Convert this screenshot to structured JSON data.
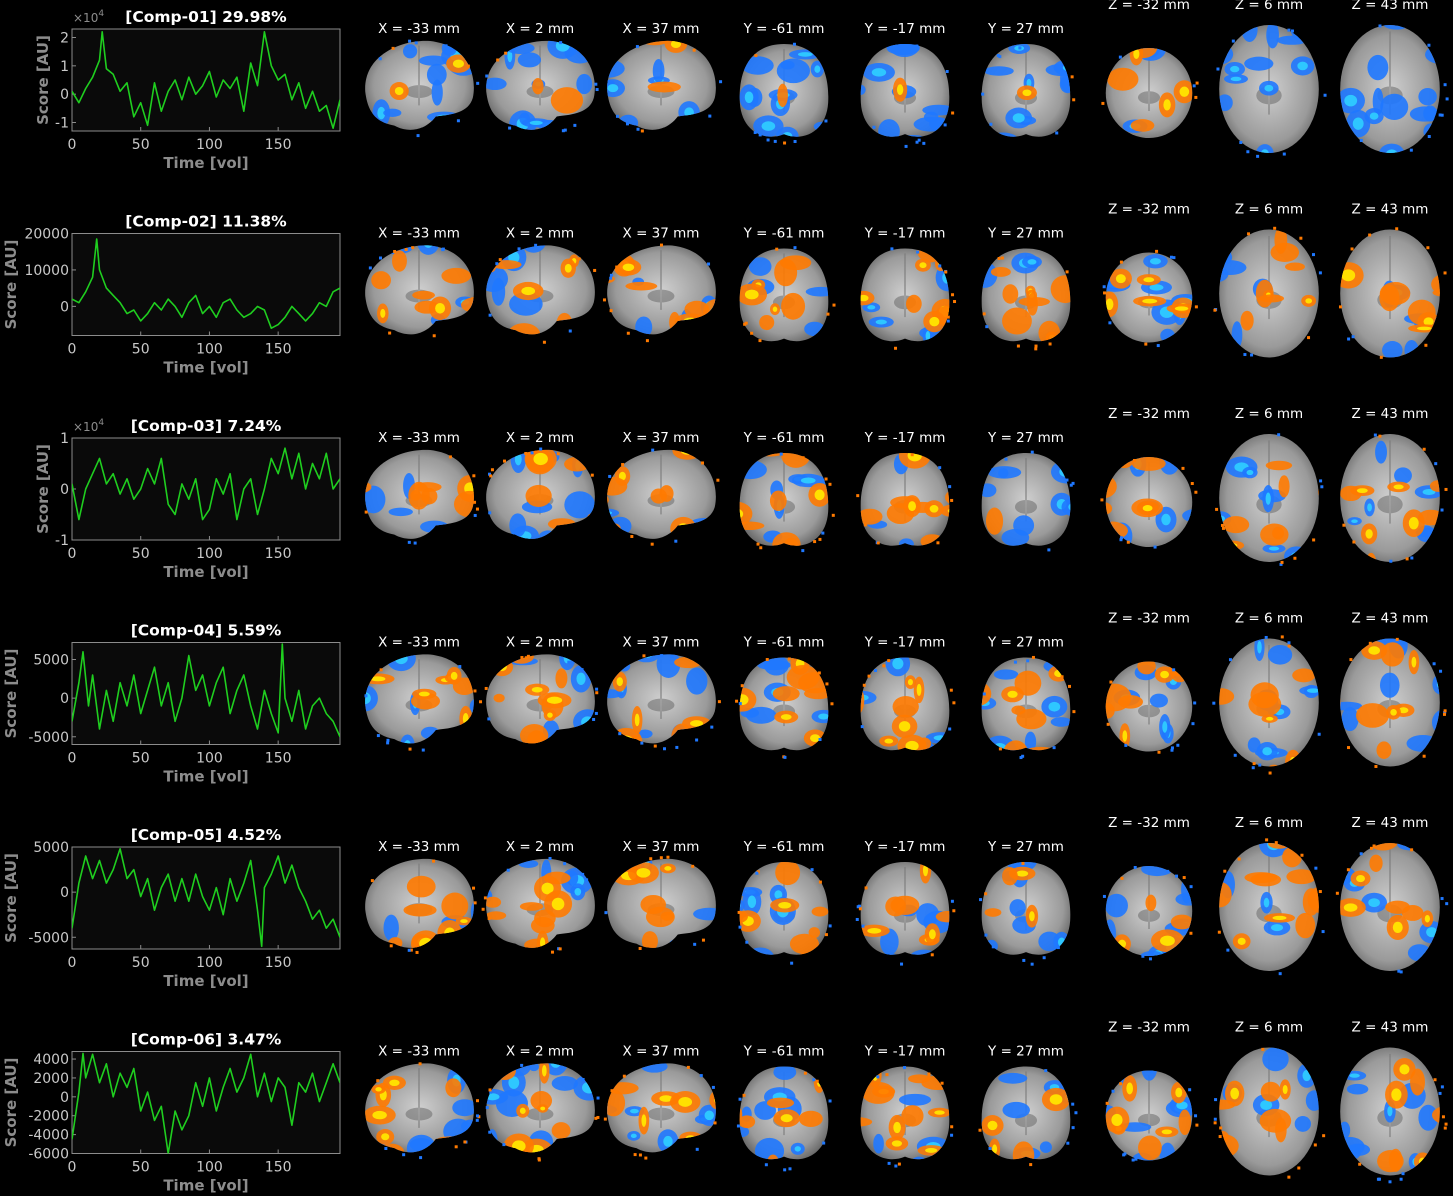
{
  "page": {
    "background": "#000000"
  },
  "colors": {
    "trace": "#1fce1f",
    "axis": "#8c8c8c",
    "tick_label": "#c9c9c9",
    "title": "#ffffff",
    "slice_label": "#ffffff",
    "plot_bg": "#0a0a0a",
    "positive_map": "#ff7a00",
    "positive_peak": "#ffe600",
    "negative_map": "#1f78ff",
    "negative_peak": "#2ecbff",
    "brain_gray": "#b4b4b4"
  },
  "slice_labels": [
    "X = -33 mm",
    "X = 2 mm",
    "X = 37 mm",
    "Y = -61 mm",
    "Y = -17 mm",
    "Y = 27 mm",
    "Z = -32 mm",
    "Z = 6 mm",
    "Z = 43 mm"
  ],
  "slice_views": [
    "sagittal-left",
    "sagittal-mid",
    "sagittal-right",
    "coronal-posterior",
    "coronal-mid",
    "coronal-anterior",
    "axial-inferior",
    "axial-mid",
    "axial-superior"
  ],
  "chart_data": [
    {
      "type": "line",
      "title": "[Comp-01] 29.98%",
      "xlabel": "Time [vol]",
      "ylabel": "Score [AU]",
      "exponent_label": "×10",
      "exponent_power": "4",
      "xlim": [
        0,
        195
      ],
      "ylim": [
        -1.3,
        2.3
      ],
      "xticks": [
        0,
        50,
        100,
        150
      ],
      "xtick_labels": [
        "0",
        "50",
        "100",
        "150"
      ],
      "yticks": [
        -1,
        0,
        1,
        2
      ],
      "ytick_labels": [
        "-1",
        "0",
        "1",
        "2"
      ],
      "x": [
        0,
        5,
        10,
        15,
        20,
        22,
        25,
        30,
        35,
        40,
        45,
        50,
        55,
        60,
        65,
        70,
        75,
        80,
        85,
        90,
        95,
        100,
        105,
        110,
        115,
        120,
        125,
        130,
        135,
        140,
        145,
        150,
        155,
        160,
        165,
        170,
        175,
        180,
        185,
        190,
        195
      ],
      "y": [
        0.1,
        -0.3,
        0.2,
        0.6,
        1.2,
        2.2,
        0.9,
        0.7,
        0.1,
        0.4,
        -0.8,
        -0.3,
        -1.1,
        0.4,
        -0.6,
        0.1,
        0.5,
        -0.2,
        0.6,
        0.0,
        0.3,
        0.8,
        -0.1,
        0.5,
        0.2,
        0.6,
        -0.6,
        1.1,
        0.3,
        2.2,
        1.0,
        0.5,
        0.7,
        -0.2,
        0.4,
        -0.5,
        0.1,
        -0.6,
        -0.4,
        -1.2,
        -0.2
      ],
      "maps": [
        {
          "pos": 0.15,
          "neg": 0.85
        },
        {
          "pos": 0.15,
          "neg": 0.85
        },
        {
          "pos": 0.2,
          "neg": 0.6
        },
        {
          "pos": 0.05,
          "neg": 0.85
        },
        {
          "pos": 0.05,
          "neg": 0.8
        },
        {
          "pos": 0.05,
          "neg": 0.7
        },
        {
          "pos": 0.4,
          "neg": 0.2
        },
        {
          "pos": 0.0,
          "neg": 0.9
        },
        {
          "pos": 0.0,
          "neg": 0.9
        }
      ]
    },
    {
      "type": "line",
      "title": "[Comp-02] 11.38%",
      "xlabel": "Time [vol]",
      "ylabel": "Score [AU]",
      "exponent_label": "",
      "exponent_power": "",
      "xlim": [
        0,
        195
      ],
      "ylim": [
        -8000,
        20000
      ],
      "xticks": [
        0,
        50,
        100,
        150
      ],
      "xtick_labels": [
        "0",
        "50",
        "100",
        "150"
      ],
      "yticks": [
        0,
        10000,
        20000
      ],
      "ytick_labels": [
        "0",
        "10000",
        "20000"
      ],
      "x": [
        0,
        5,
        10,
        15,
        18,
        20,
        25,
        30,
        35,
        40,
        45,
        50,
        55,
        60,
        65,
        70,
        75,
        80,
        85,
        90,
        95,
        100,
        105,
        110,
        115,
        120,
        125,
        130,
        135,
        140,
        145,
        150,
        155,
        160,
        165,
        170,
        175,
        180,
        185,
        190,
        195
      ],
      "y": [
        2000,
        1000,
        4000,
        8000,
        18500,
        10000,
        5000,
        3000,
        1000,
        -2000,
        -1000,
        -4000,
        -2000,
        1000,
        -1000,
        2000,
        0,
        -3000,
        1000,
        3000,
        -2000,
        0,
        -3000,
        1000,
        2000,
        -1000,
        -3000,
        -2000,
        0,
        -1000,
        -6000,
        -5000,
        -3000,
        0,
        -2000,
        -4000,
        -2000,
        1000,
        0,
        4000,
        5000
      ],
      "maps": [
        {
          "pos": 0.6,
          "neg": 0.3
        },
        {
          "pos": 0.5,
          "neg": 0.4
        },
        {
          "pos": 0.6,
          "neg": 0.3
        },
        {
          "pos": 0.5,
          "neg": 0.3
        },
        {
          "pos": 0.6,
          "neg": 0.4
        },
        {
          "pos": 0.7,
          "neg": 0.2
        },
        {
          "pos": 0.4,
          "neg": 0.6
        },
        {
          "pos": 0.6,
          "neg": 0.4
        },
        {
          "pos": 0.6,
          "neg": 0.4
        }
      ]
    },
    {
      "type": "line",
      "title": "[Comp-03] 7.24%",
      "xlabel": "Time [vol]",
      "ylabel": "Score [AU]",
      "exponent_label": "×10",
      "exponent_power": "4",
      "xlim": [
        0,
        195
      ],
      "ylim": [
        -1,
        1
      ],
      "xticks": [
        0,
        50,
        100,
        150
      ],
      "xtick_labels": [
        "0",
        "50",
        "100",
        "150"
      ],
      "yticks": [
        -1,
        0,
        1
      ],
      "ytick_labels": [
        "-1",
        "0",
        "1"
      ],
      "x": [
        0,
        5,
        10,
        15,
        20,
        25,
        30,
        35,
        40,
        45,
        50,
        55,
        60,
        65,
        70,
        75,
        80,
        85,
        90,
        95,
        100,
        105,
        110,
        115,
        120,
        125,
        130,
        135,
        140,
        145,
        150,
        155,
        160,
        165,
        170,
        175,
        180,
        185,
        190,
        195
      ],
      "y": [
        0.1,
        -0.6,
        0.0,
        0.3,
        0.6,
        0.1,
        0.3,
        -0.1,
        0.2,
        -0.2,
        0.0,
        0.4,
        0.1,
        0.6,
        -0.3,
        -0.5,
        0.1,
        -0.2,
        0.2,
        -0.6,
        -0.4,
        0.2,
        -0.1,
        0.3,
        -0.6,
        0.0,
        0.2,
        -0.5,
        0.0,
        0.6,
        0.3,
        0.8,
        0.2,
        0.7,
        0.0,
        0.5,
        0.2,
        0.7,
        0.0,
        0.2
      ],
      "maps": [
        {
          "pos": 0.5,
          "neg": 0.3
        },
        {
          "pos": 0.5,
          "neg": 0.6
        },
        {
          "pos": 0.6,
          "neg": 0.2
        },
        {
          "pos": 0.6,
          "neg": 0.5
        },
        {
          "pos": 0.7,
          "neg": 0.2
        },
        {
          "pos": 0.1,
          "neg": 0.6
        },
        {
          "pos": 0.5,
          "neg": 0.4
        },
        {
          "pos": 0.5,
          "neg": 0.5
        },
        {
          "pos": 0.6,
          "neg": 0.5
        }
      ]
    },
    {
      "type": "line",
      "title": "[Comp-04] 5.59%",
      "xlabel": "Time [vol]",
      "ylabel": "Score [AU]",
      "exponent_label": "",
      "exponent_power": "",
      "xlim": [
        0,
        195
      ],
      "ylim": [
        -6000,
        7200
      ],
      "xticks": [
        0,
        50,
        100,
        150
      ],
      "xtick_labels": [
        "0",
        "50",
        "100",
        "150"
      ],
      "yticks": [
        -5000,
        0,
        5000
      ],
      "ytick_labels": [
        "-5000",
        "0",
        "5000"
      ],
      "x": [
        0,
        5,
        8,
        12,
        15,
        20,
        25,
        30,
        35,
        40,
        45,
        50,
        55,
        60,
        65,
        70,
        75,
        80,
        85,
        90,
        95,
        100,
        105,
        110,
        115,
        120,
        125,
        130,
        135,
        140,
        145,
        150,
        153,
        155,
        160,
        165,
        170,
        175,
        180,
        185,
        190,
        195
      ],
      "y": [
        -3000,
        2000,
        6000,
        -1000,
        3000,
        -4000,
        1000,
        -3000,
        2000,
        -1000,
        3000,
        -2000,
        1000,
        4000,
        -1000,
        2000,
        -3000,
        0,
        5500,
        1000,
        3000,
        -1000,
        2000,
        4000,
        -2000,
        1000,
        3000,
        -1000,
        -4000,
        1000,
        -2000,
        -4500,
        7000,
        0,
        -3000,
        1000,
        -4000,
        -1000,
        0,
        -2000,
        -3000,
        -5000
      ],
      "maps": [
        {
          "pos": 0.6,
          "neg": 0.4
        },
        {
          "pos": 0.7,
          "neg": 0.4
        },
        {
          "pos": 0.5,
          "neg": 0.6
        },
        {
          "pos": 0.6,
          "neg": 0.5
        },
        {
          "pos": 0.6,
          "neg": 0.3
        },
        {
          "pos": 0.6,
          "neg": 0.5
        },
        {
          "pos": 0.6,
          "neg": 0.4
        },
        {
          "pos": 0.5,
          "neg": 0.7
        },
        {
          "pos": 0.6,
          "neg": 0.6
        }
      ]
    },
    {
      "type": "line",
      "title": "[Comp-05] 4.52%",
      "xlabel": "Time [vol]",
      "ylabel": "Score [AU]",
      "exponent_label": "",
      "exponent_power": "",
      "xlim": [
        0,
        195
      ],
      "ylim": [
        -6300,
        5000
      ],
      "xticks": [
        0,
        50,
        100,
        150
      ],
      "xtick_labels": [
        "0",
        "50",
        "100",
        "150"
      ],
      "yticks": [
        -5000,
        0,
        5000
      ],
      "ytick_labels": [
        "-5000",
        "0",
        "5000"
      ],
      "x": [
        0,
        5,
        10,
        15,
        20,
        25,
        30,
        35,
        40,
        45,
        50,
        55,
        60,
        65,
        70,
        75,
        80,
        85,
        90,
        95,
        100,
        105,
        110,
        115,
        120,
        125,
        130,
        135,
        138,
        140,
        145,
        150,
        155,
        160,
        165,
        170,
        175,
        180,
        185,
        190,
        195
      ],
      "y": [
        -4000,
        1000,
        4000,
        1500,
        3500,
        1000,
        2500,
        4800,
        1500,
        2500,
        -500,
        1500,
        -2000,
        500,
        2000,
        -1000,
        1500,
        -1000,
        2000,
        -500,
        -2000,
        500,
        -2500,
        1500,
        -1000,
        1000,
        3500,
        -2000,
        -6000,
        500,
        2000,
        4000,
        1000,
        3000,
        500,
        -1000,
        -3000,
        -2000,
        -4000,
        -3000,
        -5000
      ],
      "maps": [
        {
          "pos": 0.6,
          "neg": 0.2
        },
        {
          "pos": 0.7,
          "neg": 0.4
        },
        {
          "pos": 0.6,
          "neg": 0.2
        },
        {
          "pos": 0.6,
          "neg": 0.4
        },
        {
          "pos": 0.5,
          "neg": 0.5
        },
        {
          "pos": 0.3,
          "neg": 0.6
        },
        {
          "pos": 0.3,
          "neg": 0.7
        },
        {
          "pos": 0.8,
          "neg": 0.3
        },
        {
          "pos": 0.6,
          "neg": 0.4
        }
      ]
    },
    {
      "type": "line",
      "title": "[Comp-06] 3.47%",
      "xlabel": "Time [vol]",
      "ylabel": "Score [AU]",
      "exponent_label": "",
      "exponent_power": "",
      "xlim": [
        0,
        195
      ],
      "ylim": [
        -6000,
        4800
      ],
      "xticks": [
        0,
        50,
        100,
        150
      ],
      "xtick_labels": [
        "0",
        "50",
        "100",
        "150"
      ],
      "yticks": [
        -6000,
        -4000,
        -2000,
        0,
        2000,
        4000
      ],
      "ytick_labels": [
        "-6000",
        "-4000",
        "-2000",
        "0",
        "2000",
        "4000"
      ],
      "x": [
        0,
        5,
        8,
        10,
        15,
        20,
        25,
        30,
        35,
        40,
        45,
        50,
        55,
        60,
        65,
        70,
        75,
        80,
        85,
        90,
        95,
        100,
        105,
        110,
        115,
        120,
        125,
        130,
        135,
        140,
        145,
        150,
        155,
        160,
        165,
        170,
        175,
        180,
        185,
        190,
        195
      ],
      "y": [
        -4500,
        500,
        4600,
        2000,
        4500,
        1500,
        3500,
        0,
        2500,
        1000,
        3000,
        -1500,
        500,
        -2500,
        -1000,
        -6000,
        -1500,
        -3500,
        -2000,
        1500,
        -1000,
        2000,
        -1500,
        1000,
        3000,
        500,
        2000,
        4500,
        0,
        2500,
        -500,
        2000,
        1000,
        -3000,
        1500,
        500,
        2500,
        -500,
        1500,
        3500,
        1500
      ],
      "maps": [
        {
          "pos": 0.6,
          "neg": 0.6
        },
        {
          "pos": 0.6,
          "neg": 0.7
        },
        {
          "pos": 0.5,
          "neg": 0.6
        },
        {
          "pos": 0.5,
          "neg": 0.6
        },
        {
          "pos": 0.8,
          "neg": 0.3
        },
        {
          "pos": 0.3,
          "neg": 0.5
        },
        {
          "pos": 0.5,
          "neg": 0.6
        },
        {
          "pos": 0.6,
          "neg": 0.4
        },
        {
          "pos": 0.5,
          "neg": 0.7
        }
      ]
    }
  ]
}
